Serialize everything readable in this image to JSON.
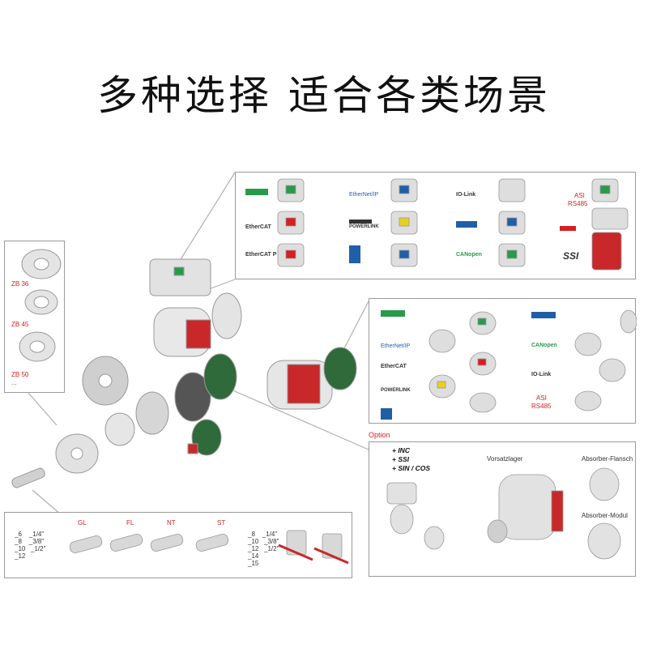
{
  "title": "多种选择 适合各类场景",
  "colors": {
    "accent_red": "#d42020",
    "frame": "#9a9a9a",
    "profinet_green": "#2a9a4a",
    "ethernetip_blue": "#1f5fa8"
  },
  "top_panel": {
    "labels": [
      "EtherNet/IP",
      "IO-Link",
      "ASI",
      "RS485",
      "EtherCAT",
      "POWERLINK",
      "EtherCAT P",
      "CANopen",
      "SSI"
    ]
  },
  "flanges": [
    "ZB 36",
    "ZB 45",
    "ZB 50",
    "..."
  ],
  "right_panel": {
    "labels": [
      "EtherNet/IP",
      "CANopen",
      "EtherCAT",
      "IO-Link",
      "POWERLINK",
      "ASI",
      "RS485"
    ]
  },
  "option_panel": {
    "heading": "Option",
    "items": [
      "+ INC",
      "+ SSI",
      "+ SIN / COS"
    ],
    "vorsatzlager": "Vorsatzlager",
    "absorber_flansch": "Absorber-Flansch",
    "absorber_modul": "Absorber-Modul"
  },
  "shaft_panel": {
    "sizes_a": "_6    _1/4\"\n_8    _3/8\"\n_10   _1/2\"\n_12",
    "types": [
      "GL",
      "FL",
      "NT",
      "ST"
    ],
    "sizes_b": "_8    _1/4\"\n_10   _3/8\"\n_12   _1/2\"\n_14\n_15"
  }
}
